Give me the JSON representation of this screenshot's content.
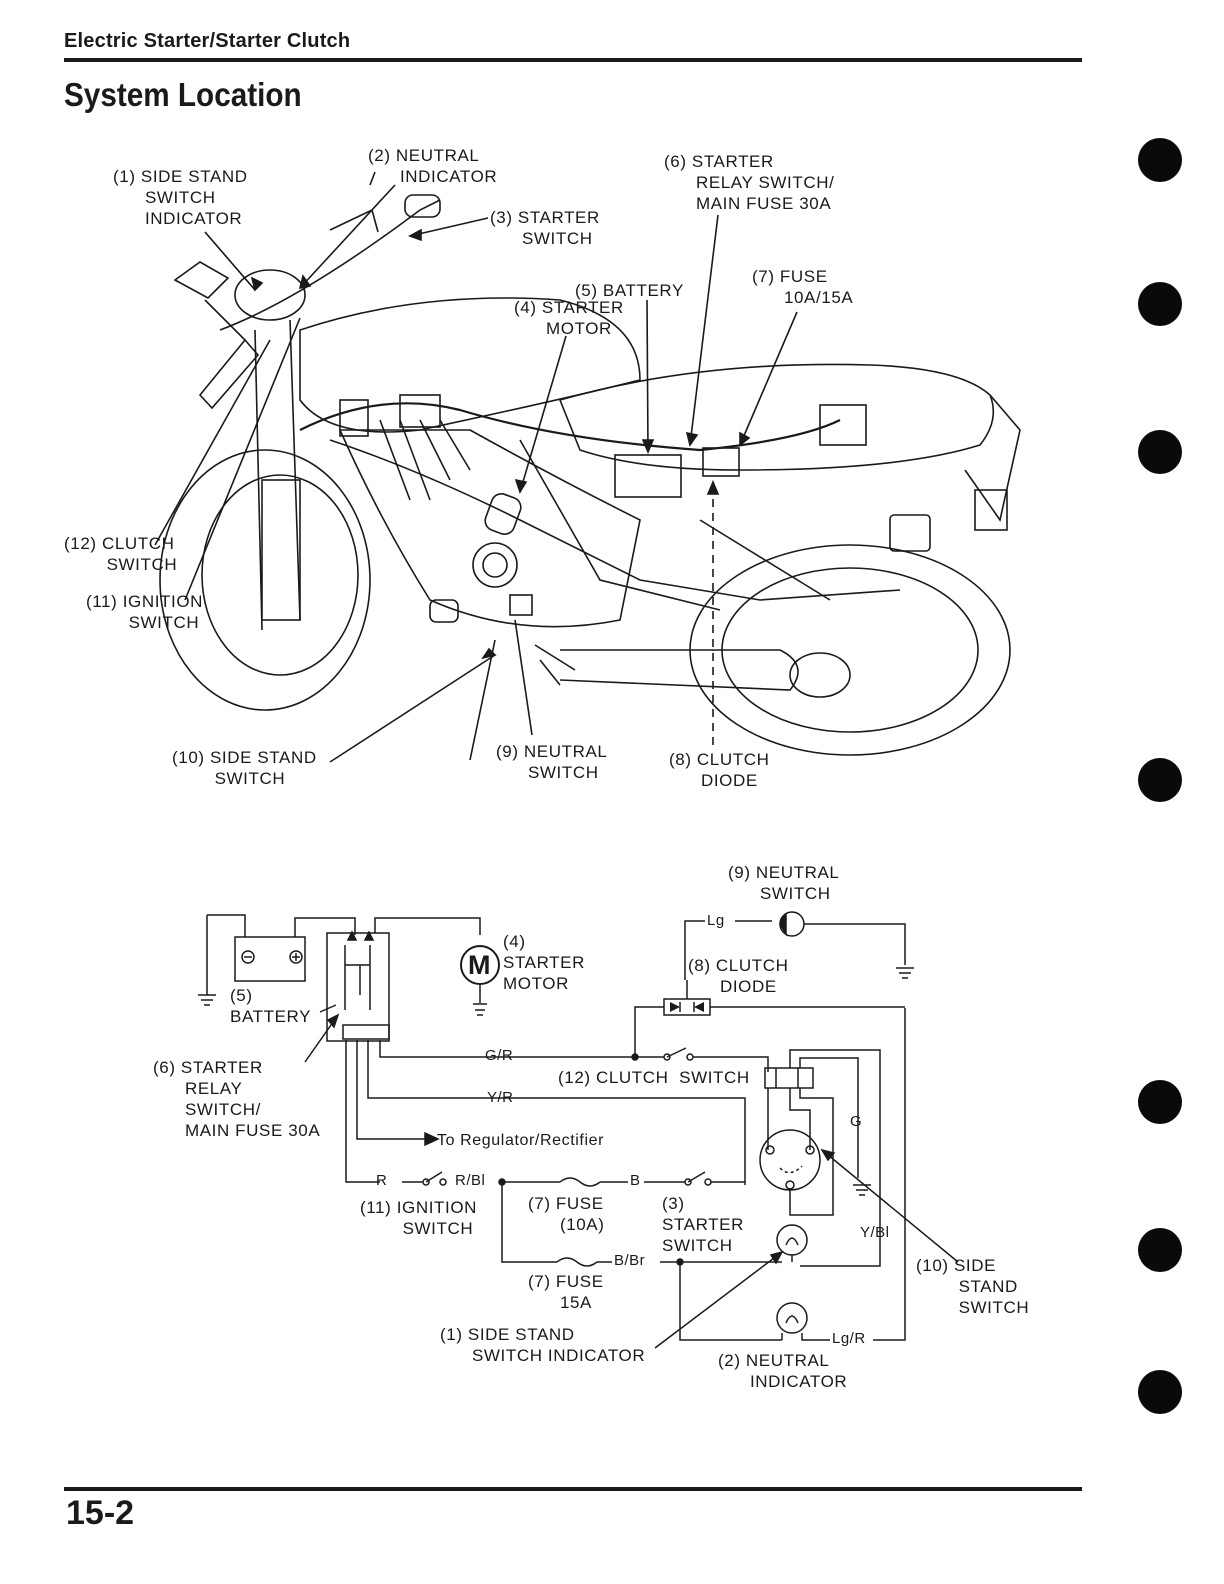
{
  "header": {
    "section_title": "Electric Starter/Starter Clutch",
    "page_title": "System Location"
  },
  "location_diagram": {
    "labels": {
      "side_stand_switch_indicator": "(1) SIDE STAND\n      SWITCH\n      INDICATOR",
      "neutral_indicator": "(2) NEUTRAL\n      INDICATOR",
      "starter_switch": "(3) STARTER\n      SWITCH",
      "starter_motor": "(4) STARTER\n      MOTOR",
      "battery": "(5) BATTERY",
      "starter_relay_switch": "(6) STARTER\n      RELAY SWITCH/\n      MAIN FUSE 30A",
      "fuse": "(7) FUSE\n      10A/15A",
      "clutch_diode": "(8) CLUTCH\n      DIODE",
      "neutral_switch": "(9) NEUTRAL\n      SWITCH",
      "side_stand_switch": "(10) SIDE STAND\n        SWITCH",
      "ignition_switch": "(11) IGNITION\n        SWITCH",
      "clutch_switch": "(12) CLUTCH\n        SWITCH"
    }
  },
  "wiring_diagram": {
    "labels": {
      "neutral_switch": "(9) NEUTRAL\n      SWITCH",
      "starter_motor": "(4)\nSTARTER\nMOTOR",
      "motor_symbol": "M",
      "clutch_diode": "(8) CLUTCH\n      DIODE",
      "battery": "(5)\nBATTERY",
      "starter_relay": "(6) STARTER\n      RELAY\n      SWITCH/\n      MAIN FUSE 30A",
      "clutch_switch": "(12) CLUTCH  SWITCH",
      "regulator": "To Regulator/Rectifier",
      "ignition_switch": "(11) IGNITION\n        SWITCH",
      "fuse_10a": "(7) FUSE\n      (10A)",
      "fuse_15a": "(7) FUSE\n      15A",
      "starter_switch": "(3)\nSTARTER\nSWITCH",
      "side_stand_switch": "(10) SIDE\n        STAND\n        SWITCH",
      "side_stand_indicator": "(1) SIDE STAND\n      SWITCH INDICATOR",
      "neutral_indicator": "(2) NEUTRAL\n      INDICATOR"
    },
    "wire_codes": {
      "lg": "Lg",
      "g_r": "G/R",
      "y_r": "Y/R",
      "r": "R",
      "r_bl": "R/Bl",
      "b": "B",
      "b_br": "B/Br",
      "g": "G",
      "y_bl": "Y/Bl",
      "lg_r": "Lg/R"
    }
  },
  "footer": {
    "page_number": "15-2"
  }
}
